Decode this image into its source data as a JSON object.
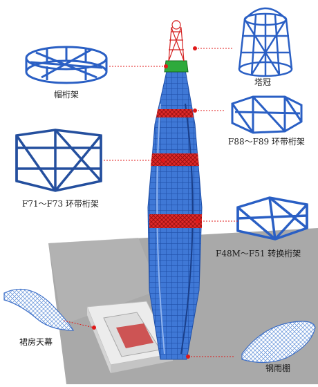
{
  "labels": {
    "hat_truss": "帽桁架",
    "tower_crown": "塔冠",
    "belt_f88": "F88～F89 环带桁架",
    "belt_f71": "F71～F73 环带桁架",
    "transfer_f48": "F48M～F51 转换桁架",
    "podium_canopy": "裙房天幕",
    "steel_canopy": "钢雨棚"
  },
  "colors": {
    "structure_blue": "#3f78d6",
    "belt_red": "#e02a2a",
    "crown_green": "#2eaa3c",
    "ground_gray": "#a9a9a9",
    "leader_red": "#e01818"
  }
}
